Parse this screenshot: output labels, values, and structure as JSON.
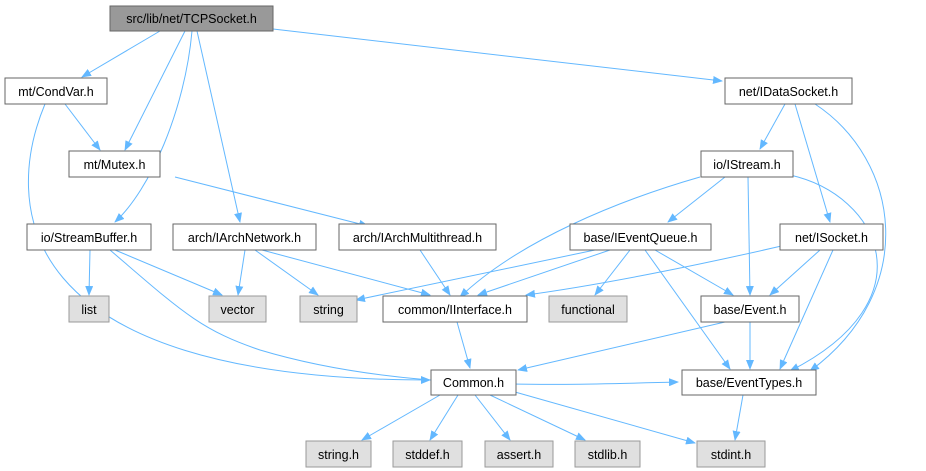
{
  "nodes": {
    "tcpsocket": "src/lib/net/TCPSocket.h",
    "condvar": "mt/CondVar.h",
    "mutex": "mt/Mutex.h",
    "idatasocket": "net/IDataSocket.h",
    "istream": "io/IStream.h",
    "streambuffer": "io/StreamBuffer.h",
    "iarchnetwork": "arch/IArchNetwork.h",
    "iarchmultithread": "arch/IArchMultithread.h",
    "ieventqueue": "base/IEventQueue.h",
    "isocket": "net/ISocket.h",
    "list": "list",
    "vector": "vector",
    "string": "string",
    "iinterface": "common/IInterface.h",
    "functional": "functional",
    "event": "base/Event.h",
    "common": "Common.h",
    "eventtypes": "base/EventTypes.h",
    "string_h": "string.h",
    "stddef_h": "stddef.h",
    "assert_h": "assert.h",
    "stdlib_h": "stdlib.h",
    "stdint_h": "stdint.h"
  },
  "colors": {
    "edge": "#63b8ff",
    "root_fill": "#999999",
    "node_fill": "#ffffff",
    "node_border": "#666666",
    "system_fill": "#e0e0e0",
    "system_border": "#999999"
  }
}
